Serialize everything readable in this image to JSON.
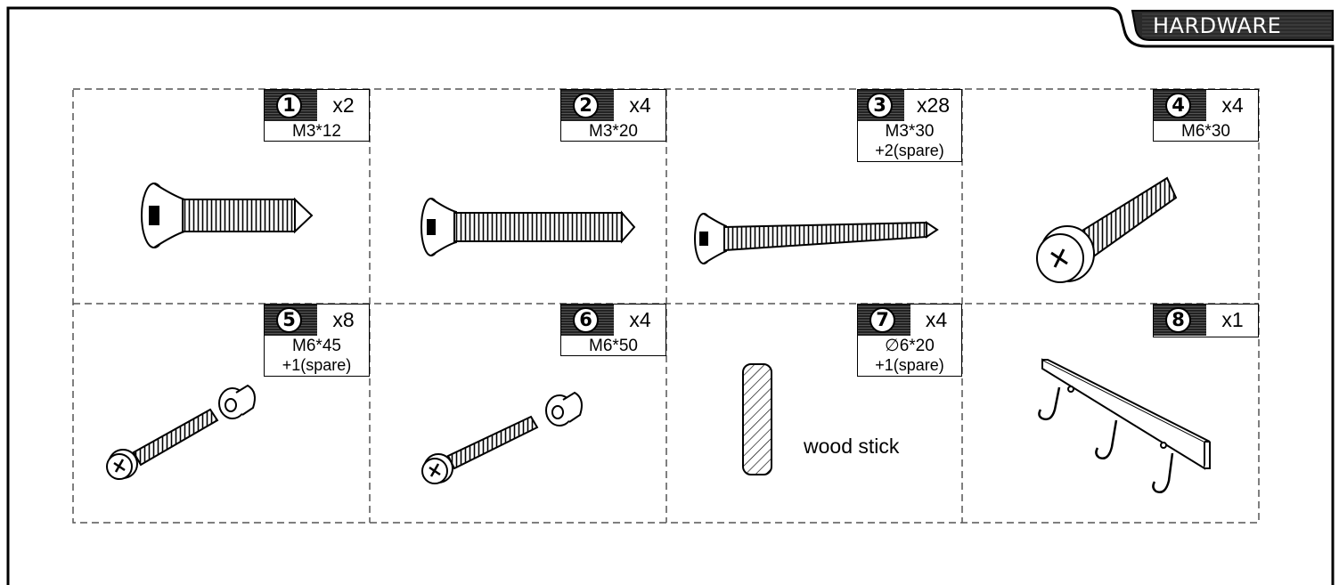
{
  "header": {
    "title": "HARDWARE"
  },
  "parts": [
    {
      "number": "1",
      "quantity": "x2",
      "spec": "M3*12",
      "spare": "",
      "icon": "flat-head-screw-short-icon"
    },
    {
      "number": "2",
      "quantity": "x4",
      "spec": "M3*20",
      "spare": "",
      "icon": "flat-head-screw-medium-icon"
    },
    {
      "number": "3",
      "quantity": "x28",
      "spec": "M3*30",
      "spare": "+2(spare)",
      "icon": "flat-head-screw-long-icon"
    },
    {
      "number": "4",
      "quantity": "x4",
      "spec": "M6*30",
      "spare": "",
      "icon": "pan-head-bolt-icon"
    },
    {
      "number": "5",
      "quantity": "x8",
      "spec": "M6*45",
      "spare": "+1(spare)",
      "icon": "bolt-with-washer-icon"
    },
    {
      "number": "6",
      "quantity": "x4",
      "spec": "M6*50",
      "spare": "",
      "icon": "bolt-with-washer-icon"
    },
    {
      "number": "7",
      "quantity": "x4",
      "spec": "∅6*20",
      "spare": "+1(spare)",
      "icon": "wood-stick-icon",
      "caption": "wood stick"
    },
    {
      "number": "8",
      "quantity": "x1",
      "spec": "",
      "spare": "",
      "icon": "hook-rack-icon"
    }
  ]
}
